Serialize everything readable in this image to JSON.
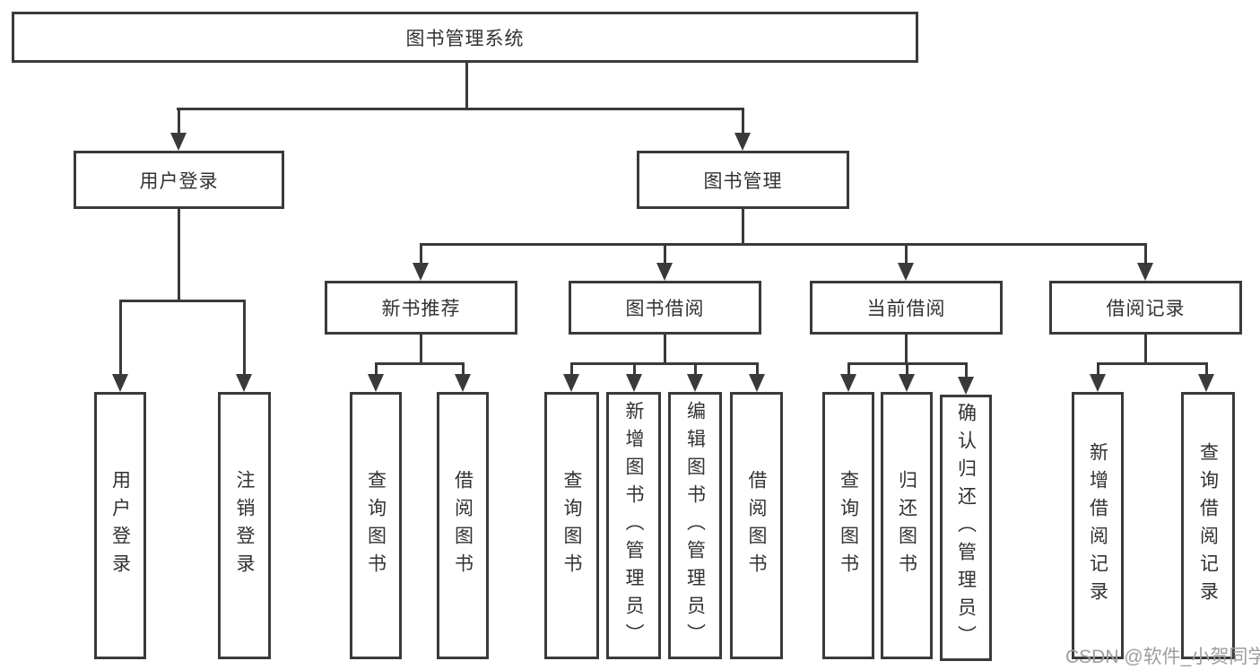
{
  "colors": {
    "line": "#3a3a3a",
    "text": "#323232",
    "box-bg": "#ffffff",
    "bg": "#ffffff",
    "watermark": "#9e9e9e"
  },
  "root": {
    "label": "图书管理系统"
  },
  "login": {
    "label": "用户登录",
    "children": [
      {
        "label": "用户登录"
      },
      {
        "label": "注销登录"
      }
    ]
  },
  "manage": {
    "label": "图书管理"
  },
  "modules": [
    {
      "label": "新书推荐",
      "children": [
        {
          "label": "查询图书"
        },
        {
          "label": "借阅图书"
        }
      ]
    },
    {
      "label": "图书借阅",
      "children": [
        {
          "label": "查询图书"
        },
        {
          "label": "新增图书（管理员）"
        },
        {
          "label": "编辑图书（管理员）"
        },
        {
          "label": "借阅图书"
        }
      ]
    },
    {
      "label": "当前借阅",
      "children": [
        {
          "label": "查询图书"
        },
        {
          "label": "归还图书"
        },
        {
          "label": "确认归还（管理员）"
        }
      ]
    },
    {
      "label": "借阅记录",
      "children": [
        {
          "label": "新增借阅记录"
        },
        {
          "label": "查询借阅记录"
        }
      ]
    }
  ],
  "watermark": "CSDN @软件_小贺同学"
}
